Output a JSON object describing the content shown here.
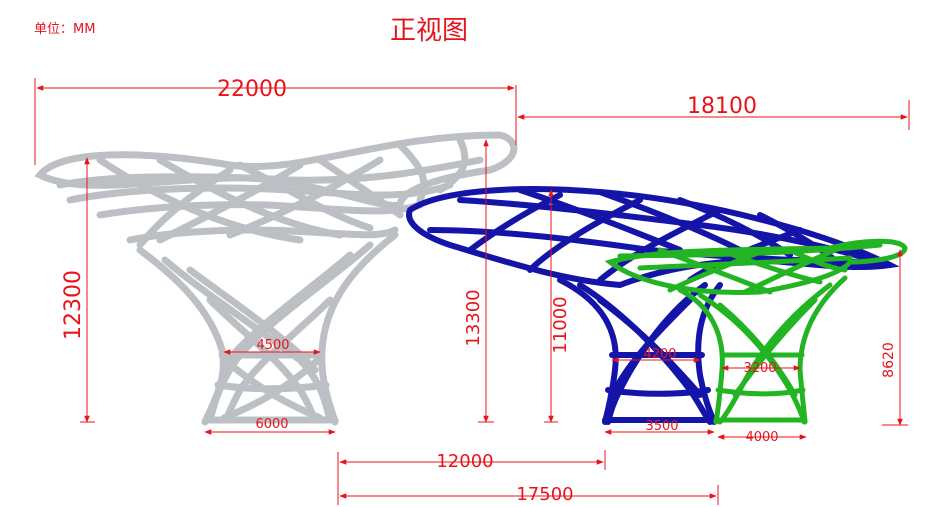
{
  "header": {
    "unit_label": "单位：MM",
    "title": "正视图"
  },
  "colors": {
    "dimension": "#e8141b",
    "tree_gray": "#bcc0c4",
    "tree_blue": "#1414a8",
    "tree_green": "#22b422"
  },
  "dimensions": {
    "d22000": "22000",
    "d18100": "18100",
    "d12300": "12300",
    "d13300": "13300",
    "d11000": "11000",
    "d8620": "8620",
    "d4500": "4500",
    "d6000": "6000",
    "d4200": "4200",
    "d3500": "3500",
    "d3200": "3200",
    "d4000": "4000",
    "d12000": "12000",
    "d17500": "17500"
  },
  "trees": [
    {
      "name": "gray-tree",
      "color": "tree_gray"
    },
    {
      "name": "blue-tree",
      "color": "tree_blue"
    },
    {
      "name": "green-tree",
      "color": "tree_green"
    }
  ]
}
